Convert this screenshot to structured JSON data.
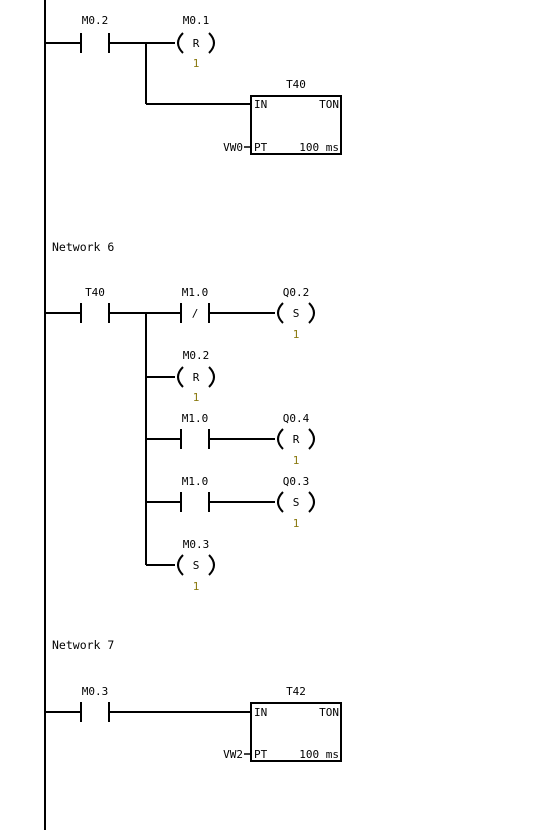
{
  "colors": {
    "wire": "#000000",
    "param": "#8a7a10",
    "background": "#ffffff"
  },
  "network_5": {
    "contact_m02": {
      "address": "M0.2"
    },
    "coil_m01": {
      "address": "M0.1",
      "type": "R",
      "count": "1"
    },
    "timer_t40": {
      "name": "T40",
      "in_label": "IN",
      "type_label": "TON",
      "pt_label": "PT",
      "preset": "VW0",
      "resolution": "100 ms"
    }
  },
  "network_6": {
    "title": "Network 6",
    "contact_t40": {
      "address": "T40"
    },
    "contact_m10_nc": {
      "address": "M1.0",
      "symbol": "/"
    },
    "coil_q02": {
      "address": "Q0.2",
      "type": "S",
      "count": "1"
    },
    "coil_m02": {
      "address": "M0.2",
      "type": "R",
      "count": "1"
    },
    "contact_m10_a": {
      "address": "M1.0"
    },
    "coil_q04": {
      "address": "Q0.4",
      "type": "R",
      "count": "1"
    },
    "contact_m10_b": {
      "address": "M1.0"
    },
    "coil_q03": {
      "address": "Q0.3",
      "type": "S",
      "count": "1"
    },
    "coil_m03": {
      "address": "M0.3",
      "type": "S",
      "count": "1"
    }
  },
  "network_7": {
    "title": "Network 7",
    "contact_m03": {
      "address": "M0.3"
    },
    "timer_t42": {
      "name": "T42",
      "in_label": "IN",
      "type_label": "TON",
      "pt_label": "PT",
      "preset": "VW2",
      "resolution": "100 ms"
    }
  }
}
